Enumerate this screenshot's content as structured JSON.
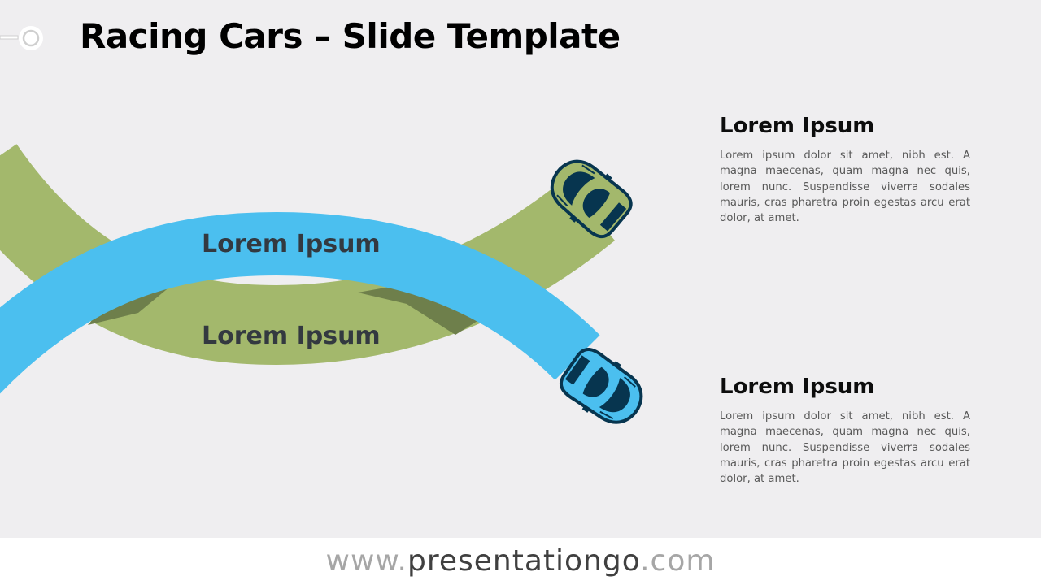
{
  "slide": {
    "title": "Racing Cars – Slide Template"
  },
  "tracks": {
    "blue_label": "Lorem Ipsum",
    "green_label": "Lorem Ipsum"
  },
  "blocks": [
    {
      "heading": "Lorem Ipsum",
      "body": "Lorem ipsum dolor sit amet, nibh est. A magna maecenas, quam magna nec quis, lorem nunc. Suspendisse viverra sodales mauris, cras pharetra proin egestas arcu erat dolor, at amet."
    },
    {
      "heading": "Lorem Ipsum",
      "body": "Lorem ipsum dolor sit amet, nibh est. A magna maecenas, quam magna nec quis, lorem nunc. Suspendisse viverra sodales mauris, cras pharetra proin egestas arcu erat dolor, at amet."
    }
  ],
  "footer": {
    "prefix": "www.",
    "brand": "presentationgo",
    "suffix": ".com"
  },
  "colors": {
    "green_track": "#a3b86c",
    "green_shadow": "#6e7f4b",
    "blue_track": "#4bbfef",
    "car_dark": "#07354f",
    "background": "#efeef0"
  }
}
